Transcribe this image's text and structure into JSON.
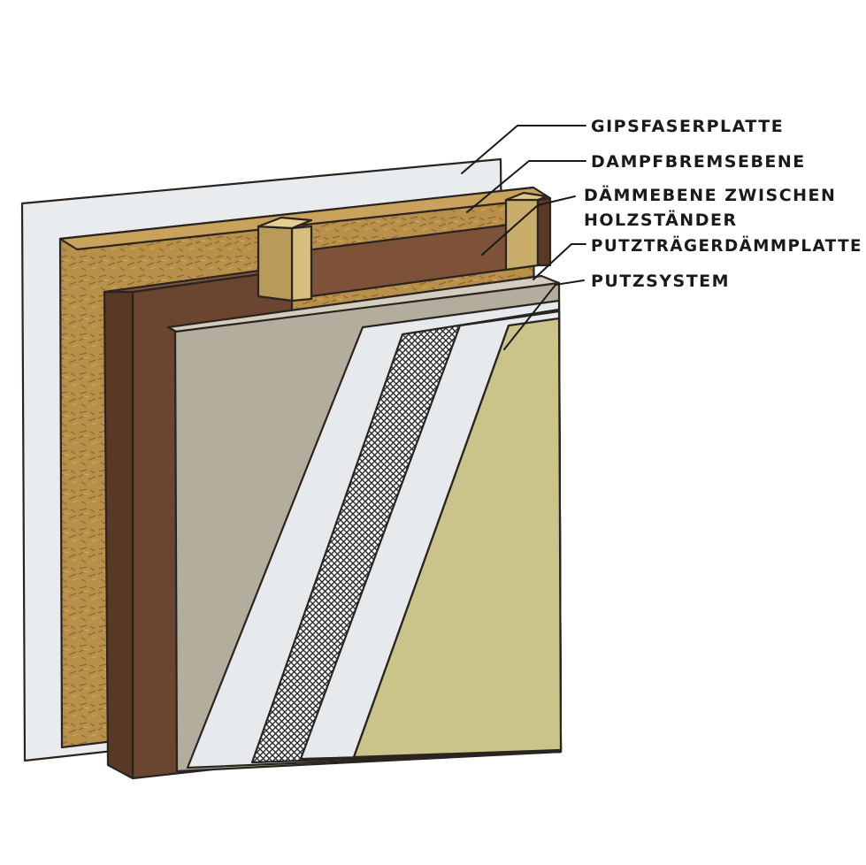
{
  "labels": {
    "gipsfaserplatte": "GIPSFASERPLATTE",
    "dampfbremsebene": "DAMPFBREMSEBENE",
    "daemmebene_line1": "DÄMMEBENE ZWISCHEN",
    "daemmebene_line2": "HOLZSTÄNDER",
    "putztraeger": "PUTZTRÄGERDÄMMPLATTE",
    "putzsystem": "PUTZSYSTEM"
  },
  "colors": {
    "gypsum": "#e9ecef",
    "osb": "#b8904a",
    "osb_dark": "#8f6a2e",
    "wood_dark": "#6b4530",
    "wood_mid": "#7d5238",
    "wood_side": "#5a3826",
    "stud": "#d8be7c",
    "stud_side": "#b89b58",
    "board": "#b2ad9c",
    "board_side": "#d2cdbc",
    "mortar": "#e6eaec",
    "mesh": "#2b2b2b",
    "plaster": "#cbc48a",
    "ink": "#1a1a1a"
  }
}
